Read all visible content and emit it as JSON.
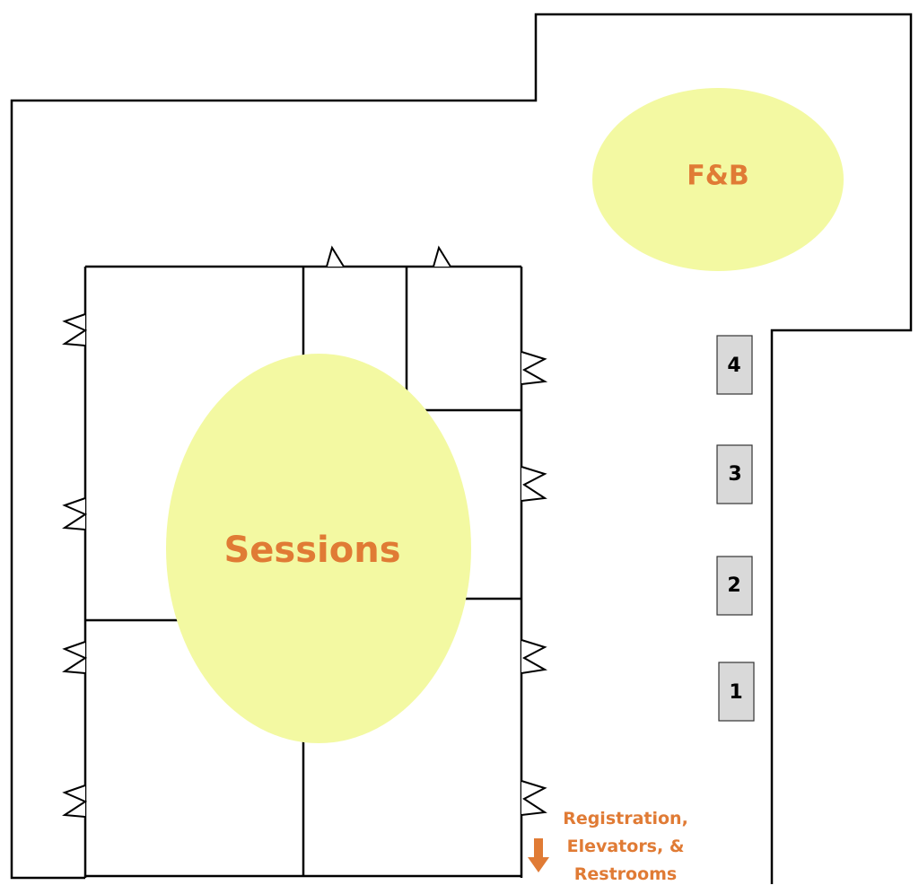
{
  "zones": {
    "fnb": {
      "label": "F&B"
    },
    "sessions": {
      "label": "Sessions"
    }
  },
  "booths": [
    {
      "label": "4"
    },
    {
      "label": "3"
    },
    {
      "label": "2"
    },
    {
      "label": "1"
    }
  ],
  "directions": {
    "arrow_icon": "down-arrow-icon",
    "lines": [
      "Registration,",
      "Elevators, &",
      "Restrooms"
    ]
  },
  "colors": {
    "zone_fill": "#f3f9a2",
    "label_accent": "#e07b35",
    "booth_fill": "#d9d9d9",
    "walls": "#000000"
  }
}
